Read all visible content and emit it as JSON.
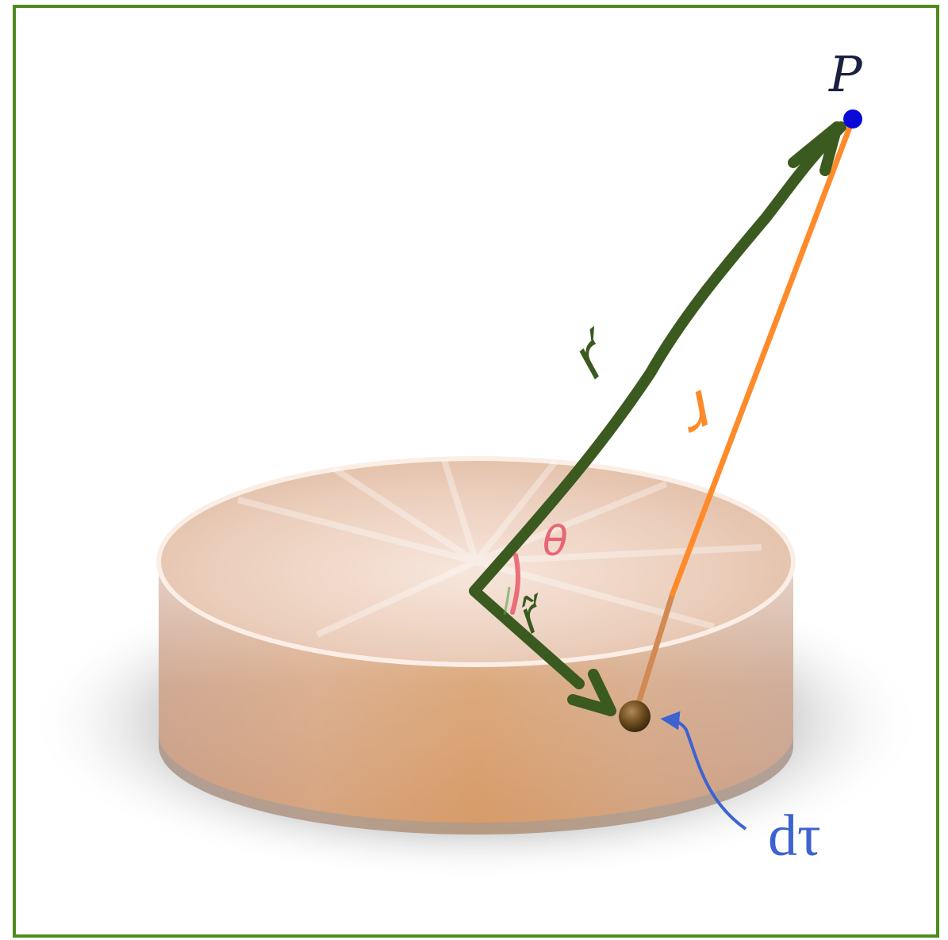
{
  "labels": {
    "point": "P",
    "source_vector": "r′",
    "separation": "ɹ",
    "unit_vector": "r̂′",
    "angle": "θ",
    "volume_element": "dτ"
  },
  "colors": {
    "frame": "#4e8a1c",
    "source_vector": "#3b5a1f",
    "separation": "#ff8a2a",
    "point": "#0a0ad8",
    "angle_mark": "#e85a6a",
    "volume_label": "#3e63d0",
    "volume_element": "#6b4a1c",
    "disk_top": "#f0d6c4",
    "disk_side": "#d9a27a"
  }
}
